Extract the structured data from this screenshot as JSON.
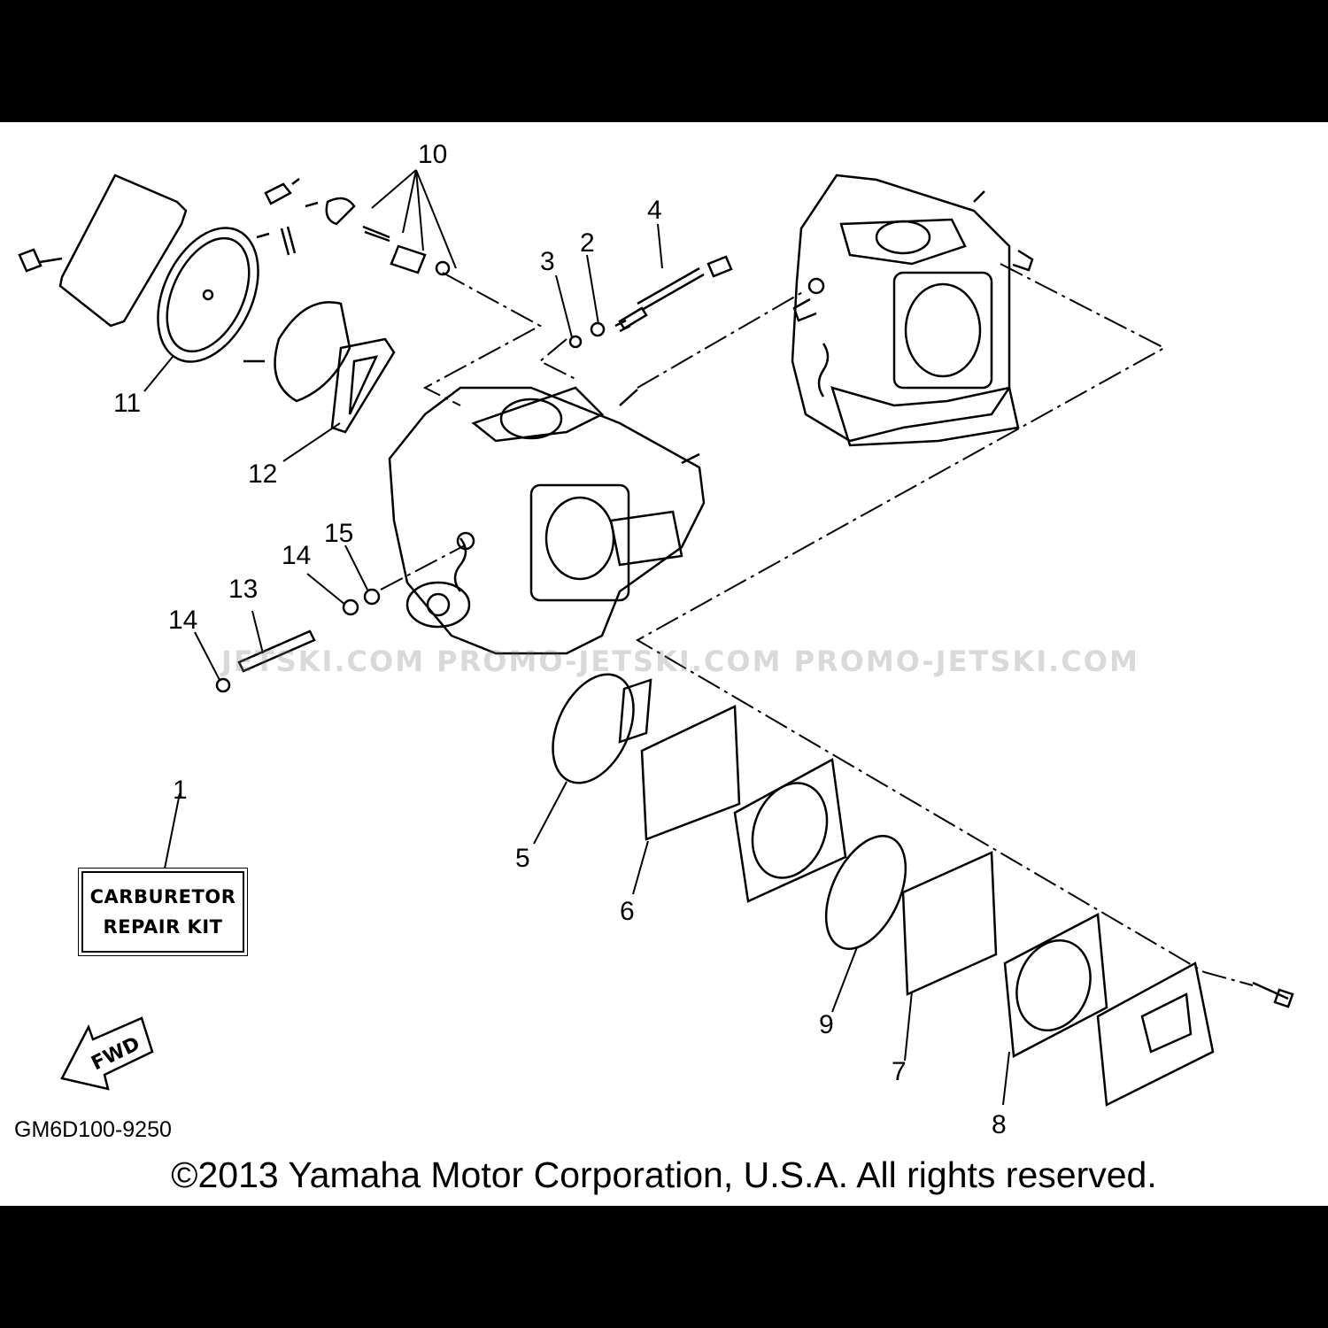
{
  "callouts": {
    "c1": "1",
    "c2": "2",
    "c3": "3",
    "c4": "4",
    "c5": "5",
    "c6": "6",
    "c7": "7",
    "c8": "8",
    "c9": "9",
    "c10": "10",
    "c11": "11",
    "c12": "12",
    "c13": "13",
    "c14a": "14",
    "c14b": "14",
    "c15": "15"
  },
  "repair_kit": {
    "line1": "CARBURETOR",
    "line2": "REPAIR KIT"
  },
  "forward_label": "FWD",
  "diagram_code": "GM6D100-9250",
  "copyright": "©2013 Yamaha Motor Corporation, U.S.A. All rights reserved.",
  "watermark": "JETSKI.COM   PROMO-JETSKI.COM   PROMO-JETSKI.COM",
  "colors": {
    "frame": "#000000",
    "paper": "#ffffff",
    "ink": "#000000"
  }
}
